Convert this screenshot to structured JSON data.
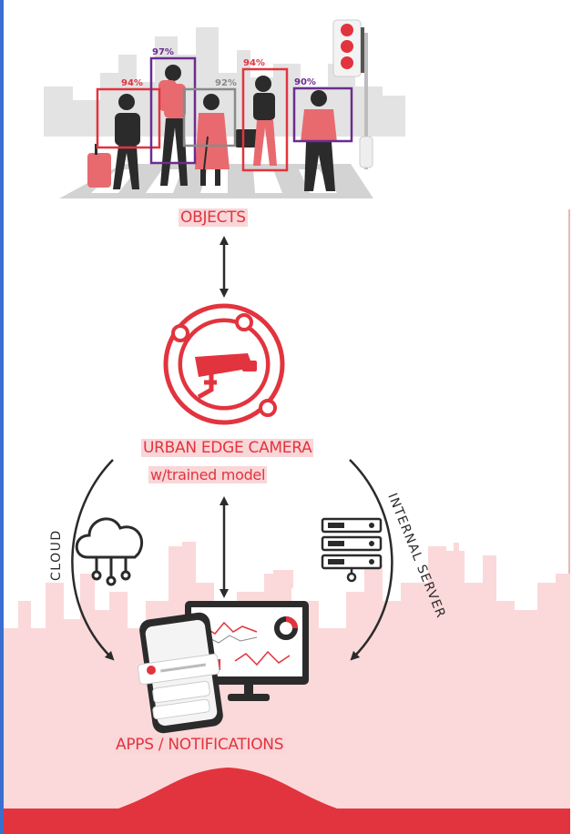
{
  "labels": {
    "objects": "OBJECTS",
    "camera": "URBAN EDGE CAMERA",
    "model": "w/trained model",
    "apps": "APPS / NOTIFICATIONS",
    "cloud": "CLOUD",
    "server": "INTERNAL SERVER"
  },
  "detections": [
    {
      "confidence": "94%",
      "color": "#e2343e"
    },
    {
      "confidence": "97%",
      "color": "#6b2d8f"
    },
    {
      "confidence": "92%",
      "color": "#8a8a8a"
    },
    {
      "confidence": "94%",
      "color": "#e2343e"
    },
    {
      "confidence": "90%",
      "color": "#6b2d8f"
    }
  ],
  "colors": {
    "accent": "#e2343e",
    "dark": "#2b2b2b",
    "skyline": "#fbd9da",
    "base_bar": "#e2343e",
    "detection_purple": "#6b2d8f"
  }
}
